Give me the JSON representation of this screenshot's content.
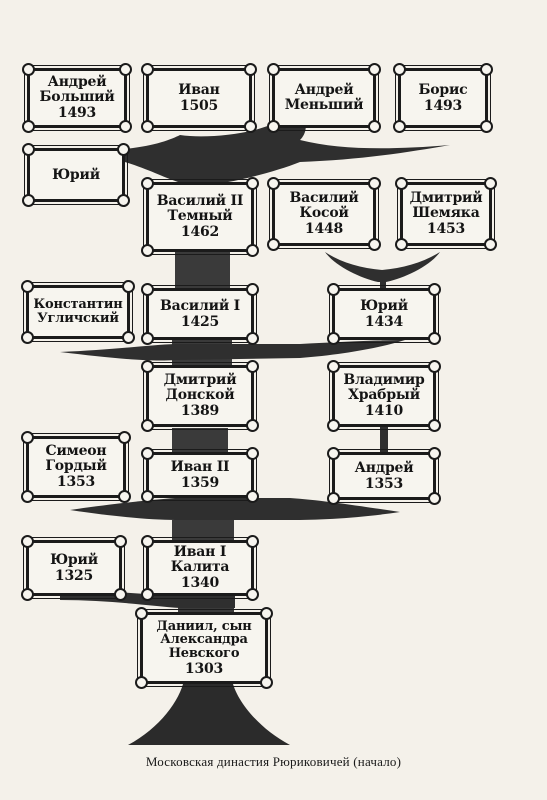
{
  "nodes": {
    "andrey_bolshoy": {
      "name": "Андрей Больший",
      "year": "1493"
    },
    "ivan_1505": {
      "name": "Иван",
      "year": "1505"
    },
    "andrey_menshoy": {
      "name": "Андрей Меньший",
      "year": ""
    },
    "boris": {
      "name": "Борис",
      "year": "1493"
    },
    "yury_top": {
      "name": "Юрий",
      "year": ""
    },
    "vasily_temny": {
      "name": "Василий II Темный",
      "year": "1462"
    },
    "vasily_kosoy": {
      "name": "Василий Косой",
      "year": "1448"
    },
    "dmitry_shemyaka": {
      "name": "Дмитрий Шемяка",
      "year": "1453"
    },
    "konstantin": {
      "name": "Константин Угличский",
      "year": ""
    },
    "vasily_1": {
      "name": "Василий I",
      "year": "1425"
    },
    "yury_1434": {
      "name": "Юрий",
      "year": "1434"
    },
    "dmitry_donskoy": {
      "name": "Дмитрий Донской",
      "year": "1389"
    },
    "vladimir_hrabry": {
      "name": "Владимир Храбрый",
      "year": "1410"
    },
    "simeon": {
      "name": "Симеон Гордый",
      "year": "1353"
    },
    "ivan_2": {
      "name": "Иван II",
      "year": "1359"
    },
    "andrey_1353": {
      "name": "Андрей",
      "year": "1353"
    },
    "yury_1325": {
      "name": "Юрий",
      "year": "1325"
    },
    "ivan_kalita": {
      "name": "Иван I Калита",
      "year": "1340"
    },
    "daniil": {
      "name": "Даниил, сын Александра Невского",
      "year": "1303"
    }
  },
  "caption": "Московская династия Рюриковичей (начало)"
}
